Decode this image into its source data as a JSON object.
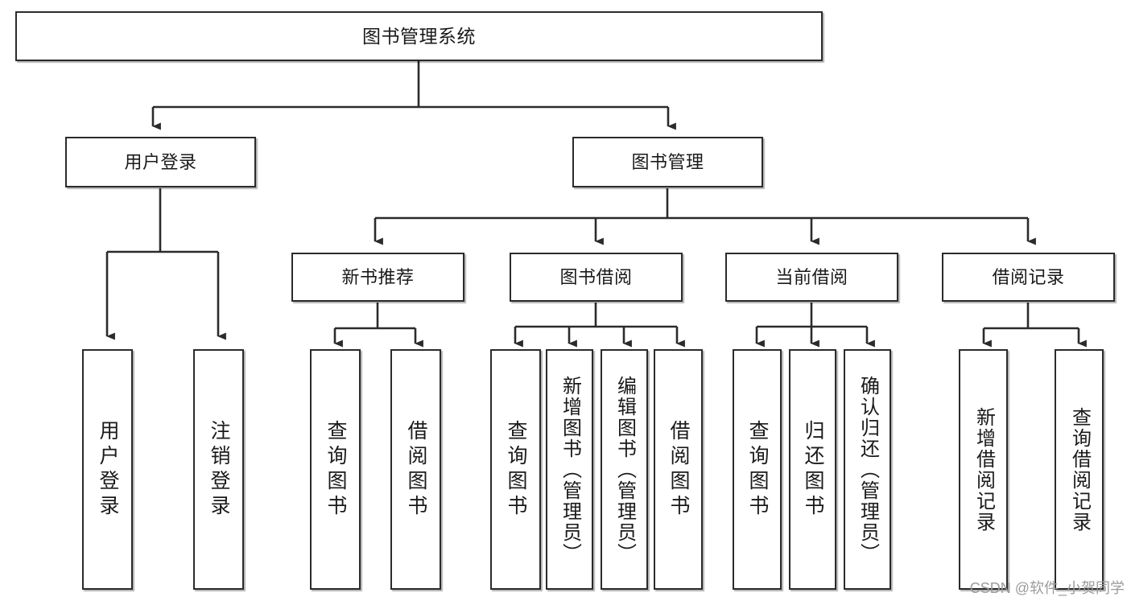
{
  "diagram": {
    "title": "图书管理系统",
    "type": "tree-hierarchy-chart",
    "watermark": "CSDN @软件_小贺同学",
    "colors": {
      "box_border": "#2b2b2b",
      "box_fill": "#ffffff",
      "connector": "#2b2b2b",
      "text": "#1a1a1a",
      "watermark": "#9b9b9b"
    },
    "root": {
      "label": "图书管理系统"
    },
    "level2": [
      {
        "label": "用户登录"
      },
      {
        "label": "图书管理"
      }
    ],
    "level3": [
      {
        "label": "新书推荐"
      },
      {
        "label": "图书借阅"
      },
      {
        "label": "当前借阅"
      },
      {
        "label": "借阅记录"
      }
    ],
    "leaves": {
      "user_login": [
        {
          "label": "用户登录"
        },
        {
          "label": "注销登录"
        }
      ],
      "new_book_recommend": [
        {
          "label": "查询图书"
        },
        {
          "label": "借阅图书"
        }
      ],
      "book_borrow": [
        {
          "label": "查询图书"
        },
        {
          "label": "新增图书（管理员）"
        },
        {
          "label": "编辑图书（管理员）"
        },
        {
          "label": "借阅图书"
        }
      ],
      "current_borrow": [
        {
          "label": "查询图书"
        },
        {
          "label": "归还图书"
        },
        {
          "label": "确认归还（管理员）"
        }
      ],
      "borrow_record": [
        {
          "label": "新增借阅记录"
        },
        {
          "label": "查询借阅记录"
        }
      ]
    }
  }
}
